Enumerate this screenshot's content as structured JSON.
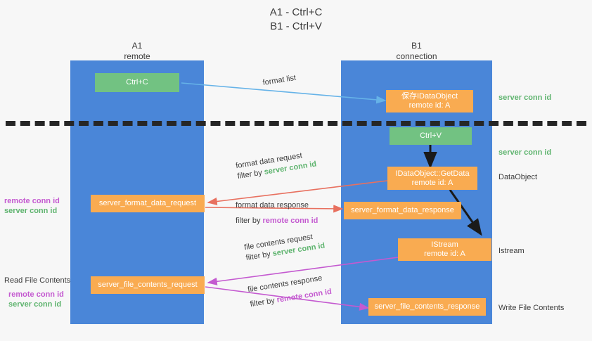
{
  "title": {
    "line1": "A1 - Ctrl+C",
    "line2": "B1 - Ctrl+V"
  },
  "lanes": [
    {
      "id": "a1",
      "name": "A1",
      "sub": "remote",
      "color": "#4a86d8"
    },
    {
      "id": "b1",
      "name": "B1",
      "sub": "connection",
      "color": "#4a86d8"
    }
  ],
  "colors": {
    "lane": "#4a86d8",
    "green_node": "#72c282",
    "orange_node": "#f9ab51",
    "green_text": "#5fb46f",
    "purple_text": "#c45ad0",
    "blue_arrow": "#66b3e8",
    "red_arrow": "#e8705f",
    "magenta_arrow": "#c45ad0",
    "black_arrow": "#1a1a1a",
    "separator": "#262626",
    "background": "#f7f7f7"
  },
  "nodes": {
    "ctrl_c": {
      "line1": "Ctrl+C",
      "line2": ""
    },
    "save_idataobject": {
      "line1": "保存IDataObject",
      "line2": "remote id: A"
    },
    "ctrl_v": {
      "line1": "Ctrl+V",
      "line2": ""
    },
    "getdata": {
      "line1": "IDataObject::GetData",
      "line2": "remote id: A"
    },
    "istream": {
      "line1": "IStream",
      "line2": "remote id: A"
    },
    "format_data_request": {
      "line1": "server_format_data_request",
      "line2": ""
    },
    "format_data_response": {
      "line1": "server_format_data_response",
      "line2": ""
    },
    "file_contents_request": {
      "line1": "server_file_contents_request",
      "line2": ""
    },
    "file_contents_response": {
      "line1": "server_file_contents_response",
      "line2": ""
    }
  },
  "messages": {
    "format_list": {
      "line1": "format list",
      "line2": ""
    },
    "format_data_request": {
      "line1": "format data request",
      "prefix": "filter by ",
      "highlight": "server conn id",
      "highlight_color": "green"
    },
    "format_data_response": {
      "line1": "format data response",
      "prefix": "filter by ",
      "highlight": "remote conn id",
      "highlight_color": "purple"
    },
    "file_contents_request": {
      "line1": "file contents request",
      "prefix": "filter by ",
      "highlight": "server conn id",
      "highlight_color": "green"
    },
    "file_contents_response": {
      "line1": "file contents response",
      "prefix": "filter by ",
      "highlight": "remote conn id",
      "highlight_color": "purple"
    }
  },
  "right_labels": {
    "server_conn_id_top": "server conn id",
    "server_conn_id_mid": "server conn id",
    "dataobject": "DataObject",
    "istream": "Istream",
    "write_file_contents": "Write File Contents"
  },
  "left_labels": {
    "remote_conn_id_1": "remote conn id",
    "server_conn_id_1": "server conn id",
    "read_file_contents": "Read File Contents",
    "remote_conn_id_2": "remote conn id",
    "server_conn_id_2": "server conn id"
  }
}
